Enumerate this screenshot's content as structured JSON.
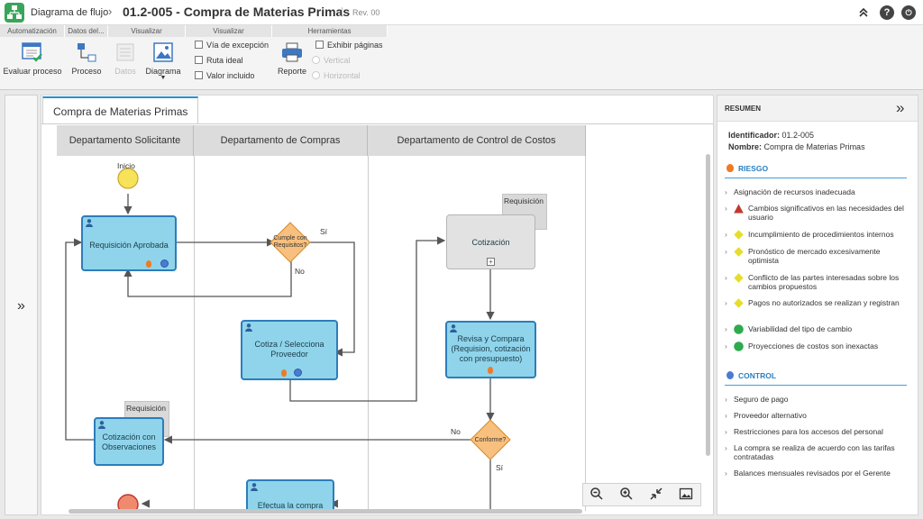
{
  "header": {
    "breadcrumb": "Diagrama de flujo",
    "title": "01.2-005 - Compra de Materias Primas",
    "rev": "Rev. 00"
  },
  "ribbon": {
    "groups": [
      "Automatización",
      "Datos del...",
      "Visualizar",
      "Visualizar",
      "Herramientas"
    ],
    "evaluar": "Evaluar proceso",
    "proceso": "Proceso",
    "datos": "Datos",
    "diagrama": "Diagrama",
    "via": "Vía de excepción",
    "ruta": "Ruta ideal",
    "valor": "Valor incluido",
    "reporte": "Reporte",
    "exhibir": "Exhibir páginas",
    "vertical": "Vertical",
    "horizontal": "Horizontal"
  },
  "canvas": {
    "tab": "Compra de Materias Primas",
    "lanes": [
      "Departamento Solicitante",
      "Departamento de Compras",
      "Departamento de Control de Costos"
    ],
    "start_label": "Inicio",
    "tasks": {
      "req_aprobada": "Requisición Aprobada",
      "cotiza": [
        "Cotiza / Selecciona",
        "Proveedor"
      ],
      "cotizacion": "Cotización",
      "revisa": [
        "Revisa y Compara",
        "(Requision, cotización",
        "con presupuesto)"
      ],
      "cot_obs": [
        "Cotización con",
        "Observaciones"
      ],
      "efectua": "Efectua la compra"
    },
    "gateways": {
      "cumple": [
        "Cumple con",
        "Requisitos?"
      ],
      "conforme": "Conforme?"
    },
    "labels": {
      "si1": "Sí",
      "no1": "No",
      "no2": "No",
      "si2": "Sí"
    },
    "docs": {
      "d1": "Requisición",
      "d2": "Requisición"
    }
  },
  "summary": {
    "title": "RESUMEN",
    "id_label": "Identificador:",
    "id_value": "01.2-005",
    "name_label": "Nombre:",
    "name_value": "Compra de Materias Primas",
    "risk_title": "RIESGO",
    "risks": [
      {
        "text": "Asignación de recursos inadecuada",
        "marker": "none"
      },
      {
        "text": "Cambios significativos en las necesidades del usuario",
        "marker": "red-triangle"
      },
      {
        "text": "Incumplimiento de procedimientos internos",
        "marker": "yellow-diamond"
      },
      {
        "text": "Pronóstico de mercado excesivamente optimista",
        "marker": "yellow-diamond"
      },
      {
        "text": "Conflicto de las partes interesadas sobre los cambios propuestos",
        "marker": "yellow-diamond"
      },
      {
        "text": "Pagos no autorizados se realizan y registran",
        "marker": "yellow-diamond"
      },
      {
        "text": "Variabilidad del tipo de cambio",
        "marker": "green-circle"
      },
      {
        "text": "Proyecciones de costos son inexactas",
        "marker": "green-circle"
      }
    ],
    "control_title": "CONTROL",
    "controls": [
      "Seguro de pago",
      "Proveedor alternativo",
      "Restricciones para los accesos del personal",
      "La compra se realiza de acuerdo con las tarifas contratadas",
      "Balances mensuales revisados por el Gerente"
    ]
  },
  "colors": {
    "task_fill": "#8fd4ea",
    "task_border": "#2c7dbb",
    "gateway": "#f8c07e",
    "accent": "#2a8fd0",
    "start": "#f7e35a",
    "end": "#ef8a6e"
  }
}
